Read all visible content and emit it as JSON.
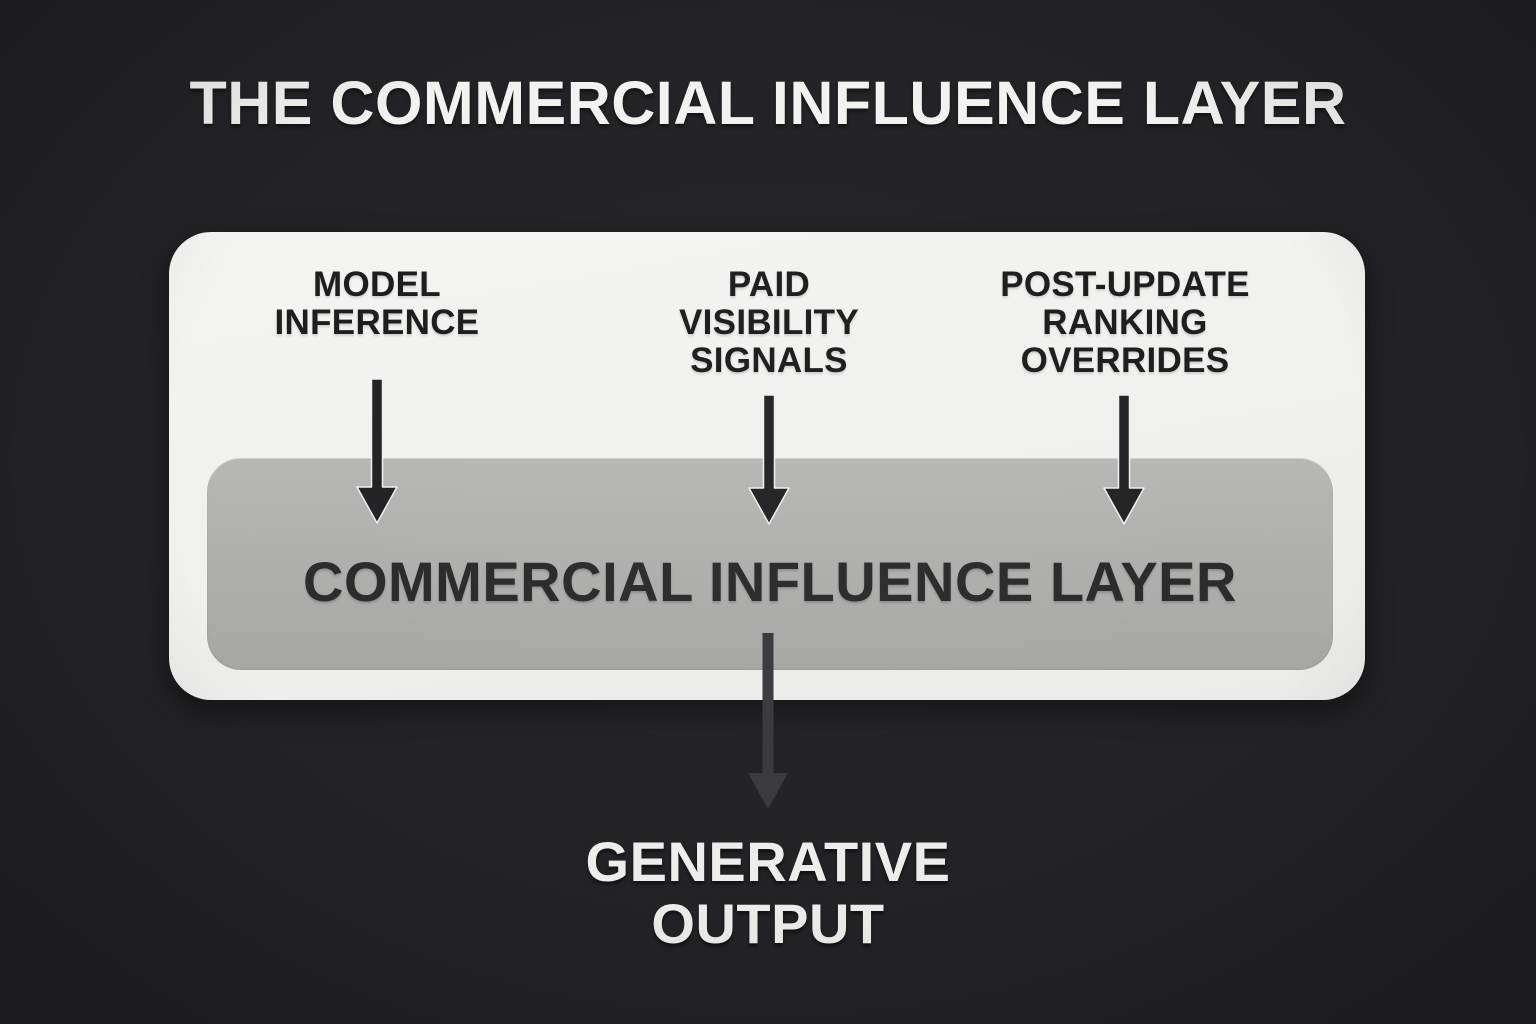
{
  "title": "THE COMMERCIAL INFLUENCE LAYER",
  "panel": {
    "inputs": [
      {
        "id": "model-inference",
        "lines": [
          "MODEL",
          "INFERENCE"
        ]
      },
      {
        "id": "paid-visibility-signals",
        "lines": [
          "PAID",
          "VISIBILITY",
          "SIGNALS"
        ]
      },
      {
        "id": "post-update-ranking-overrides",
        "lines": [
          "POST-UPDATE",
          "RANKING",
          "OVERRIDES"
        ]
      }
    ],
    "layer_label": "COMMERCIAL INFLUENCE LAYER"
  },
  "output": {
    "lines": [
      "GENERATIVE",
      "OUTPUT"
    ]
  },
  "icons": {
    "input_arrows": "arrow-down-icon",
    "output_arrow": "arrow-down-icon"
  },
  "colors": {
    "background": "#232327",
    "card": "#f2f2f0",
    "layer_box": "#aeaeac",
    "input_arrow": "#232325",
    "output_arrow": "#3a3a3e",
    "arrow_outline": "#f0f0ee",
    "title_text": "#f2f2f0",
    "input_label_text": "#1d1d1d",
    "layer_label_text": "#2b2b2b",
    "output_label_text": "#ededec"
  }
}
